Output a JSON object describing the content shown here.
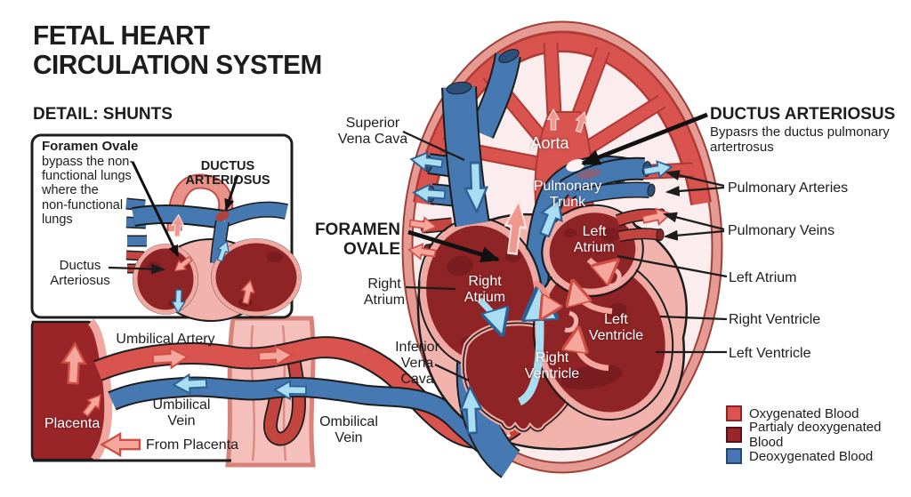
{
  "title": "FETAL HEART\nCIRCULATION SYSTEM",
  "detail_panel": {
    "heading": "DETAIL: SHUNTS",
    "foramen_ovale_title": "Foramen Ovale",
    "foramen_ovale_desc": "bypass the non-\nfunctional lungs\nwhere the\nnon-functional\nlungs",
    "ductus_arteriosus_title": "DUCTUS ARTERIOSUS",
    "ductus_arteriosus_label": "Ductus\nArteriosus"
  },
  "heart_labels": {
    "superior_vena_cava": "Superior\nVena Cava",
    "aorta": "Aorta",
    "pulmonary_trunk": "Pulmonary\nTrunk",
    "foramen_ovale": "FORAMEN\nOVALE",
    "right_atrium_outer": "Right\nAtrium",
    "right_atrium_inner": "Right\nAtrium",
    "left_atrium_inner": "Left\nAtrium",
    "left_ventricle_inner": "Left\nVentricle",
    "right_ventricle_inner": "Right\nVentricle",
    "inferior_vena_cava": "Inferior\nVena Cava"
  },
  "right_labels": {
    "ductus_arteriosus_title": "DUCTUS ARTERIOSUS",
    "ductus_arteriosus_desc": "Bypasrs the ductus pulmonary\nartertrosus",
    "pulmonary_arteries": "Pulmonary Arteries",
    "pulmonary_veins": "Pulmonary Veins",
    "left_atrium": "Left Atrium",
    "right_ventricle": "Right Ventricle",
    "left_ventricle": "Left Ventricle"
  },
  "placenta_section": {
    "umbilical_artery": "Umbilical Artery",
    "umbilical_vein": "Umbilical\nVein",
    "placenta": "Placenta",
    "from_placenta": "From Placenta",
    "ombilical_vein": "Ombilical\nVein"
  },
  "legend": {
    "items": [
      {
        "label": "Oxygenated Blood",
        "color": "#da5450"
      },
      {
        "label": "Partialy deoxygenated Blood",
        "color": "#9a2529"
      },
      {
        "label": "Deoxygenated Blood",
        "color": "#4677b4"
      }
    ]
  },
  "colors": {
    "oxygenated": "#da5450",
    "partially_deoxygenated": "#9a2529",
    "deoxygenated": "#4677b4",
    "arrow_cyan": "#a9ddf2",
    "arrow_salmon": "#f5a79e"
  }
}
